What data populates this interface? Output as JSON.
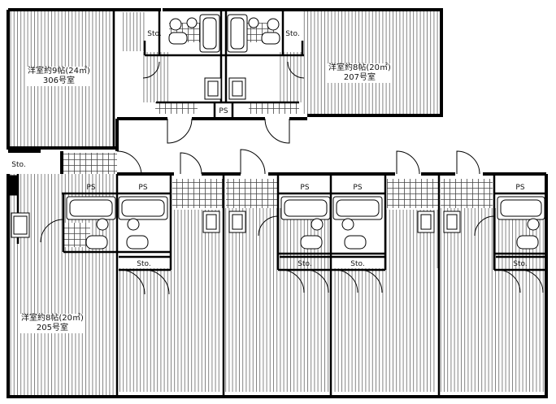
{
  "plan": {
    "rooms": [
      {
        "id": "306",
        "type": "洋室約9帖(24㎡)",
        "number": "306号室"
      },
      {
        "id": "207",
        "type": "洋室約8帖(20㎡)",
        "number": "207号室"
      },
      {
        "id": "205",
        "type": "洋室約8帖(20㎡)",
        "number": "205号室"
      }
    ],
    "ps_label": "PS",
    "sto_label": "Sto.",
    "colors": {
      "wall": "#000000",
      "floor_lines": "#7a7a7a",
      "background": "#ffffff"
    }
  }
}
